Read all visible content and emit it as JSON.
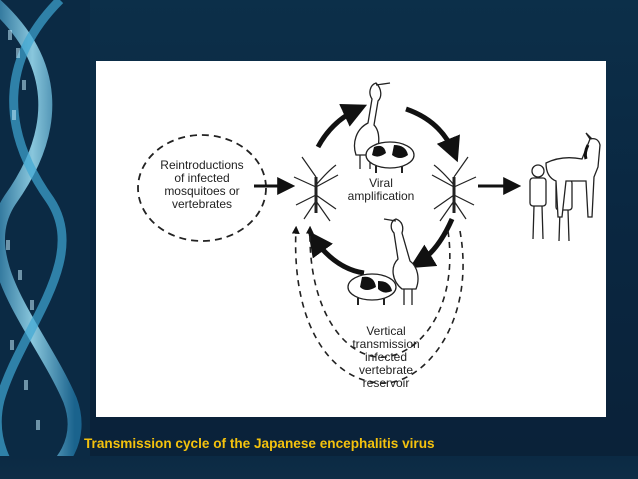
{
  "slide": {
    "caption": "Transmission cycle of the Japanese encephalitis virus"
  },
  "diagram": {
    "reintroductions_lines": [
      "Reintroductions",
      "of infected",
      "mosquitoes or",
      "vertebrates"
    ],
    "viral_amplification_lines": [
      "Viral",
      "amplification"
    ],
    "vertical_lines": [
      "Vertical",
      "transmission",
      "infected",
      "vertebrate",
      "reservoir"
    ],
    "icons": [
      "heron-icon",
      "pig-icon",
      "mosquito-icon",
      "human-icon",
      "horse-icon"
    ]
  },
  "colors": {
    "background": "#0b2a44",
    "caption": "#f4c20d",
    "panel": "#ffffff"
  }
}
